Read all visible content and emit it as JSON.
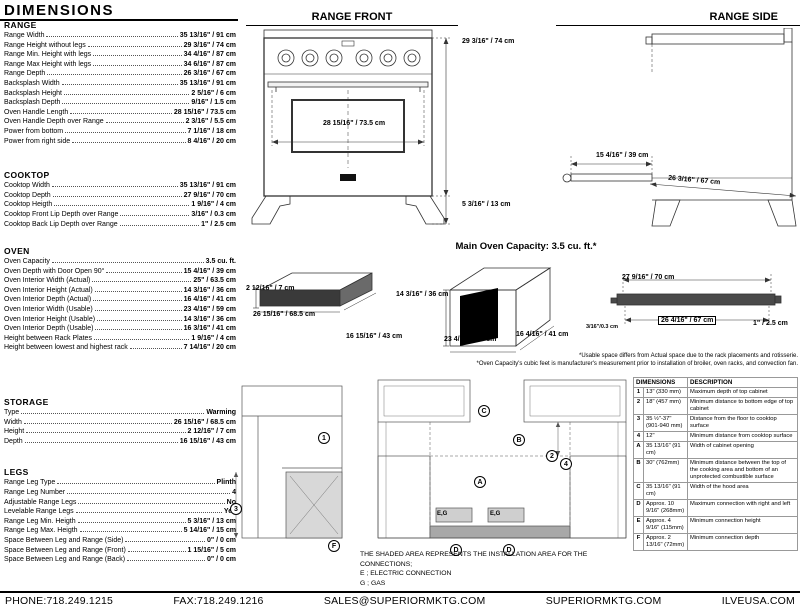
{
  "page": {
    "title": "DIMENSIONS"
  },
  "spec_sections": [
    {
      "id": "range",
      "heading": "RANGE",
      "rows": [
        {
          "label": "Range Width",
          "value": "35 13/16\" / 91 cm"
        },
        {
          "label": "Range Height without legs",
          "value": "29 3/16\" / 74 cm"
        },
        {
          "label": "Range Min. Height with legs",
          "value": "34 4/16\" / 87 cm"
        },
        {
          "label": "Range Max Height with legs",
          "value": "34 6/16\" / 87 cm"
        },
        {
          "label": "Range Depth",
          "value": "26 3/16\" / 67 cm"
        },
        {
          "label": "Backsplash Width",
          "value": "35 13/16\" / 91 cm"
        },
        {
          "label": "Backsplash Height",
          "value": "2 5/16\" / 6 cm"
        },
        {
          "label": "Backsplash Depth",
          "value": "9/16\" / 1.5 cm"
        },
        {
          "label": "Oven Handle Length",
          "value": "28 15/16\" / 73.5 cm"
        },
        {
          "label": "Oven Handle Depth over Range",
          "value": "2 3/16\" / 5.5 cm"
        },
        {
          "label": "Power from bottom",
          "value": "7 1/16\" / 18 cm"
        },
        {
          "label": "Power from right side",
          "value": "8 4/16\" / 20 cm"
        }
      ]
    },
    {
      "id": "cooktop",
      "heading": "COOKTOP",
      "rows": [
        {
          "label": "Cooktop Width",
          "value": "35 13/16\" / 91 cm"
        },
        {
          "label": "Cooktop Depth",
          "value": "27 9/16\" / 70 cm"
        },
        {
          "label": "Cooktop Heigth",
          "value": "1 9/16\" / 4 cm"
        },
        {
          "label": "Cooktop Front Lip Depth over Range",
          "value": "3/16\" / 0.3 cm"
        },
        {
          "label": "Cooktop Back Lip Depth over Range",
          "value": "1\" / 2.5 cm"
        }
      ]
    },
    {
      "id": "oven",
      "heading": "OVEN",
      "rows": [
        {
          "label": "Oven Capacity",
          "value": "3.5 cu. ft."
        },
        {
          "label": "Oven Depth with Door Open 90°",
          "value": "15 4/16\" / 39 cm"
        },
        {
          "label": "Oven Interior Width (Actual)",
          "value": "25\" / 63.5 cm"
        },
        {
          "label": "Oven Interior Height (Actual)",
          "value": "14 3/16\" / 36 cm"
        },
        {
          "label": "Oven Interior Depth (Actual)",
          "value": "16 4/16\" / 41 cm"
        },
        {
          "label": "Oven Interior Width (Usable)",
          "value": "23 4/16\" / 59 cm"
        },
        {
          "label": "Oven Interior Height (Usable)",
          "value": "14 3/16\" / 36 cm"
        },
        {
          "label": "Oven Interior Depth (Usable)",
          "value": "16 3/16\" / 41 cm"
        },
        {
          "label": "Height between Rack Plates",
          "value": "1 9/16\" / 4 cm"
        },
        {
          "label": "Height between lowest and highest rack",
          "value": "7 14/16\" / 20 cm"
        }
      ]
    },
    {
      "id": "storage",
      "heading": "STORAGE",
      "rows": [
        {
          "label": "Type",
          "value": "Warming"
        },
        {
          "label": "Width",
          "value": "26 15/16\" / 68.5 cm"
        },
        {
          "label": "Height",
          "value": "2 12/16\" / 7 cm"
        },
        {
          "label": "Depth",
          "value": "16 15/16\" / 43 cm"
        }
      ]
    },
    {
      "id": "legs",
      "heading": "LEGS",
      "rows": [
        {
          "label": "Range Leg Type",
          "value": "Plinth"
        },
        {
          "label": "Range Leg Number",
          "value": "4"
        },
        {
          "label": "Adjustable Range Legs",
          "value": "No"
        },
        {
          "label": "Levelable Range Legs",
          "value": "Yes"
        },
        {
          "label": "Range Leg Min. Heigth",
          "value": "5 3/16\" / 13 cm"
        },
        {
          "label": "Range Leg Max. Heigth",
          "value": "5 14/16\" / 15 cm"
        },
        {
          "label": "Space Between Leg and Range (Side)",
          "value": "0\" / 0 cm"
        },
        {
          "label": "Space Between Leg and Range (Front)",
          "value": "1 15/16\" / 5 cm"
        },
        {
          "label": "Space Between Leg and Range (Back)",
          "value": "0\" / 0 cm"
        }
      ]
    }
  ],
  "drawings": {
    "range_front": {
      "title": "RANGE FRONT",
      "dim_height": "29 3/16\" / 74 cm",
      "dim_handle": "28 15/16\" / 73.5 cm",
      "dim_leg": "5 3/16\" / 13 cm"
    },
    "range_side": {
      "title": "RANGE SIDE",
      "dim_door_open": "15 4/16\" / 39 cm",
      "dim_depth": "26 3/16\" / 67 cm"
    },
    "capacity_note": "Main Oven Capacity: 3.5 cu. ft.*",
    "storage_drawer": {
      "dim_height": "2 12/16\" / 7 cm",
      "dim_width": "26 15/16\" / 68.5 cm",
      "dim_depth": "16 15/16\" / 43 cm"
    },
    "oven_interior": {
      "dim_height": "14 3/16\" / 36 cm",
      "dim_width": "23 4/16\" / 59 cm",
      "dim_depth": "16 4/16\" / 41 cm"
    },
    "cooktop_profile": {
      "dim_depth_top": "27 9/16\" / 70 cm",
      "dim_depth_bottom": "26 4/16\" / 67 cm",
      "dim_back_lip": "1\" / 2.5 cm",
      "dim_front_lip": "3/16\"/0.3 cm"
    }
  },
  "footnotes": [
    "*Usable space differs from Actual space due to the rack placements and rotisserie.",
    "*Oven Capacity's cubic feet is manufacturer's measurement prior to installation of broiler, oven racks, and convection fan."
  ],
  "install": {
    "markers": [
      "1",
      "2",
      "3",
      "4",
      "A",
      "B",
      "C",
      "D",
      "D",
      "F"
    ],
    "eg_label": "E,G",
    "note_line1": "THE SHADED AREA REPRESENTS THE INSTALLATION AREA FOR THE CONNECTIONS;",
    "note_line2": "E ; ELECTRIC CONNECTION",
    "note_line3": "G ; GAS"
  },
  "dim_table": {
    "headers": [
      "DIMENSIONS",
      "DESCRIPTION"
    ],
    "rows": [
      [
        "1",
        "13\" (330 mm)",
        "Maximum depth of top cabinet"
      ],
      [
        "2",
        "18\" (457 mm)",
        "Minimum distance to bottom edge of top cabinet"
      ],
      [
        "3",
        "35 ½\"-37\" (901-940 mm)",
        "Distance from the floor to cooktop surface"
      ],
      [
        "4",
        "12\"",
        "Minimum distance from cooktop surface"
      ],
      [
        "A",
        "35 13/16\" (91 cm)",
        "Width of cabinet opening"
      ],
      [
        "B",
        "30\" (762mm)",
        "Minimum distance between the top of the cooking area and bottom of an unprotected combustible surface"
      ],
      [
        "C",
        "35 13/16\" (91 cm)",
        "Width of the hood area"
      ],
      [
        "D",
        "Approx. 10 9/16\" (268mm)",
        "Maximum connection with right and left"
      ],
      [
        "E",
        "Approx. 4 9/16\" (115mm)",
        "Minimum connection height"
      ],
      [
        "F",
        "Approx. 2 13/16\" (72mm)",
        "Minimum connection depth"
      ]
    ]
  },
  "footer": {
    "items": [
      "PHONE:718.249.1215",
      "FAX:718.249.1216",
      "SALES@SUPERIORMKTG.COM",
      "SUPERIORMKTG.COM",
      "ILVEUSA.COM"
    ]
  }
}
